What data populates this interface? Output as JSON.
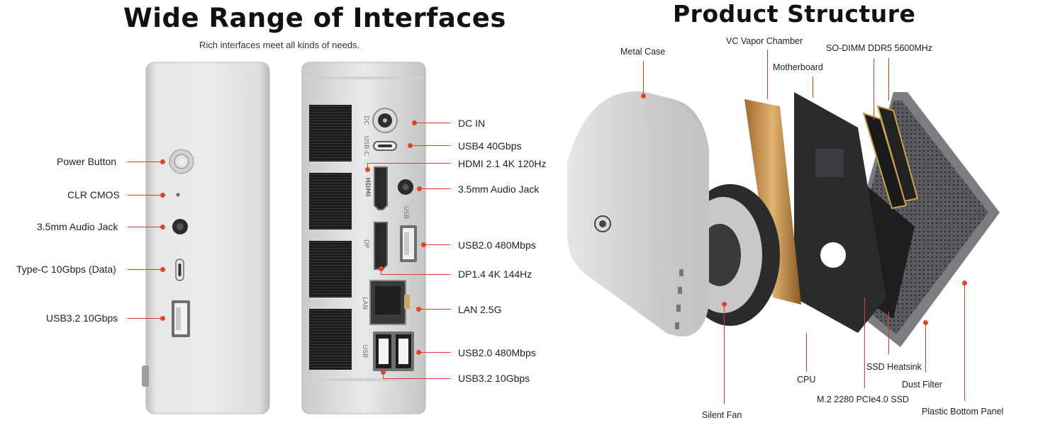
{
  "left_panel": {
    "title": "Wide Range of Interfaces",
    "subtitle": "Rich interfaces meet all kinds of needs.",
    "side_labels": {
      "power_button": "Power Button",
      "clr_cmos": "CLR CMOS",
      "audio_jack": "3.5mm Audio Jack",
      "type_c": "Type-C 10Gbps (Data)",
      "usb32": "USB3.2 10Gbps"
    },
    "rear_labels": {
      "dc_in": "DC IN",
      "usb4": "USB4 40Gbps",
      "hdmi": "HDMI 2.1 4K 120Hz",
      "audio_jack": "3.5mm Audio Jack",
      "usb20_a": "USB2.0 480Mbps",
      "dp": "DP1.4 4K 144Hz",
      "lan": "LAN 2.5G",
      "usb20_b": "USB2.0 480Mbps",
      "usb32": "USB3.2 10Gbps"
    },
    "port_silkscreen": [
      "DC",
      "USB-C",
      "HDMI",
      "DP",
      "LAN",
      "USB",
      "USB"
    ]
  },
  "right_panel": {
    "title": "Product Structure",
    "labels": {
      "metal_case": "Metal Case",
      "vapor_chamber": "VC Vapor Chamber",
      "sodimm": "SO-DIMM DDR5 5600MHz",
      "motherboard": "Motherboard",
      "cpu": "CPU",
      "ssd_heatsink": "SSD Heatsink",
      "dust_filter": "Dust Filter",
      "ssd": "M.2 2280 PCIe4.0 SSD",
      "plastic_panel": "Plastic Bottom Panel",
      "silent_fan": "Silent Fan"
    }
  },
  "colors": {
    "accent": "#e8431e",
    "case_silver": "#d9dadc",
    "text": "#222222"
  }
}
